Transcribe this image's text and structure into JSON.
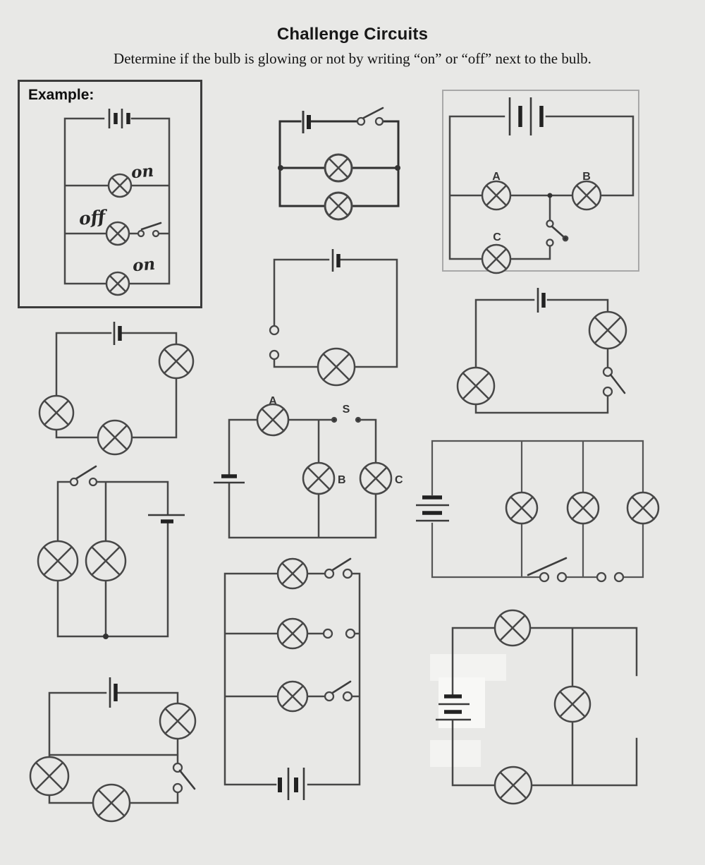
{
  "page": {
    "title": "Challenge Circuits",
    "subtitle": "Determine if the bulb is glowing or not by writing “on” or “off” next to the bulb."
  },
  "example": {
    "label": "Example:",
    "answers": {
      "top": "on",
      "middle": "off",
      "bottom": "on"
    }
  },
  "boxed_circuit": {
    "bulb_a": "A",
    "bulb_b": "B",
    "bulb_c": "C"
  },
  "abc_circuit": {
    "bulb_a": "A",
    "bulb_b": "B",
    "bulb_c": "C",
    "switch": "S"
  },
  "colors": {
    "paper": "#e8e8e6",
    "ink": "#474747",
    "example_border": "#3c3c3c",
    "frame_border": "#a8a8a8"
  }
}
